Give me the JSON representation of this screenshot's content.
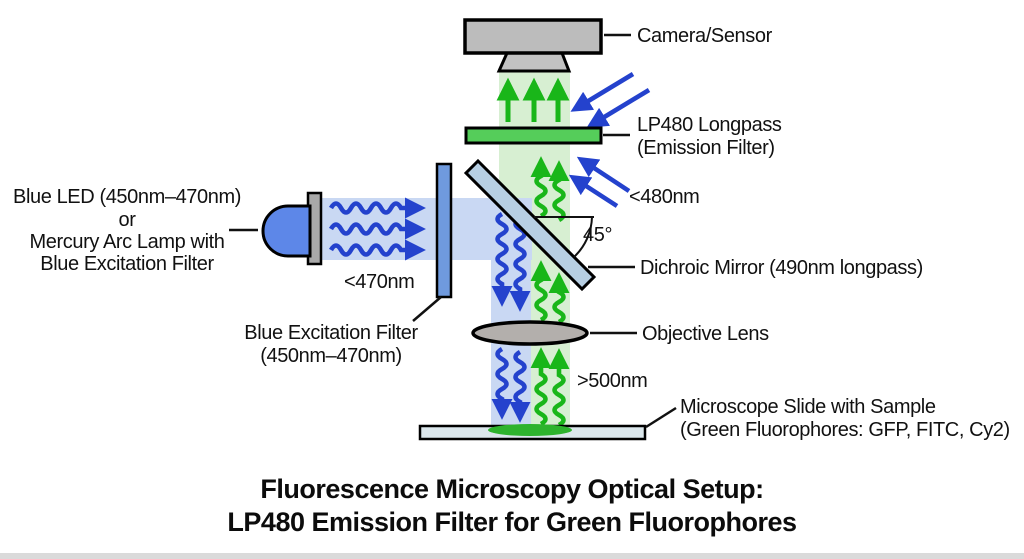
{
  "diagram": {
    "title_line1": "Fluorescence Microscopy Optical Setup:",
    "title_line2": "LP480 Emission Filter for Green Fluorophores",
    "source_label_line1": "Blue LED (450nm–470nm)",
    "source_label_line2": "or",
    "source_label_line3": "Mercury Arc Lamp with",
    "source_label_line4": "Blue Excitation Filter",
    "excitation_wavelength": "<470nm",
    "excitation_filter_line1": "Blue Excitation Filter",
    "excitation_filter_line2": "(450nm–470nm)",
    "camera_label": "Camera/Sensor",
    "emission_filter_line1": "LP480 Longpass",
    "emission_filter_line2": "(Emission Filter)",
    "blocked_wavelength": "<480nm",
    "mirror_angle": "45°",
    "dichroic_label": "Dichroic Mirror (490nm longpass)",
    "objective_label": "Objective Lens",
    "emitted_wavelength": ">500nm",
    "slide_label_line1": "Microscope Slide with Sample",
    "slide_label_line2": "(Green Fluorophores: GFP, FITC, Cy2)"
  },
  "colors": {
    "excitation_arrow_blue": "#2442cd",
    "emission_arrow_green": "#19b619",
    "excitation_beam_blue": "#c9d8f3",
    "emission_beam_green": "#d7efd2",
    "emission_filter_green": "#55cd5a",
    "excitation_filter_blue": "#6f9ade",
    "led_blue": "#5d87e8",
    "dichroic_mirror_blue_gray": "#b7cfe3",
    "component_gray": "#bcbcbc",
    "slide_gray": "#dbe7ec",
    "sample_green": "#2db32d"
  }
}
